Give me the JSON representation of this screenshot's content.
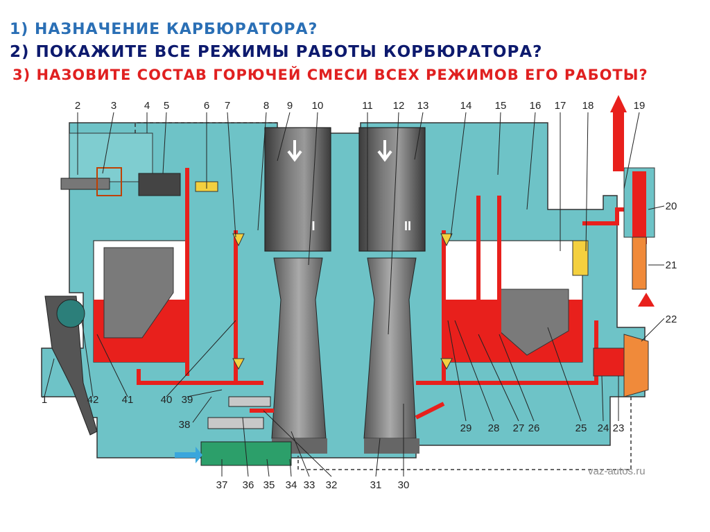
{
  "questions": {
    "q1": "1) НАЗНАЧЕНИЕ КАРБЮРАТОРА?",
    "q2": "2) ПОКАЖИТЕ ВСЕ РЕЖИМЫ РАБОТЫ КОРБЮРАТОРА?",
    "q3": "3) НАЗОВИТЕ СОСТАВ ГОРЮЧЕЙ СМЕСИ ВСЕХ РЕЖИМОВ ЕГО РАБОТЫ?"
  },
  "diagram": {
    "chamber_1": "I",
    "chamber_2": "II",
    "labels": {
      "n1": "1",
      "n2": "2",
      "n3": "3",
      "n4": "4",
      "n5": "5",
      "n6": "6",
      "n7": "7",
      "n8": "8",
      "n9": "9",
      "n10": "10",
      "n11": "11",
      "n12": "12",
      "n13": "13",
      "n14": "14",
      "n15": "15",
      "n16": "16",
      "n17": "17",
      "n18": "18",
      "n19": "19",
      "n20": "20",
      "n21": "21",
      "n22": "22",
      "n23": "23",
      "n24": "24",
      "n25": "25",
      "n26": "26",
      "n27": "27",
      "n28": "28",
      "n29": "29",
      "n30": "30",
      "n31": "31",
      "n32": "32",
      "n33": "33",
      "n34": "34",
      "n35": "35",
      "n36": "36",
      "n37": "37",
      "n38": "38",
      "n39": "39",
      "n40": "40",
      "n41": "41",
      "n42": "42"
    },
    "watermark": "vaz-autos.ru",
    "colors": {
      "body": "#6ec3c7",
      "fuel": "#e8201c",
      "chamber": "#5a5a5a",
      "cavity": "#ffffff",
      "arrow_in": "#3aa6dc"
    }
  }
}
